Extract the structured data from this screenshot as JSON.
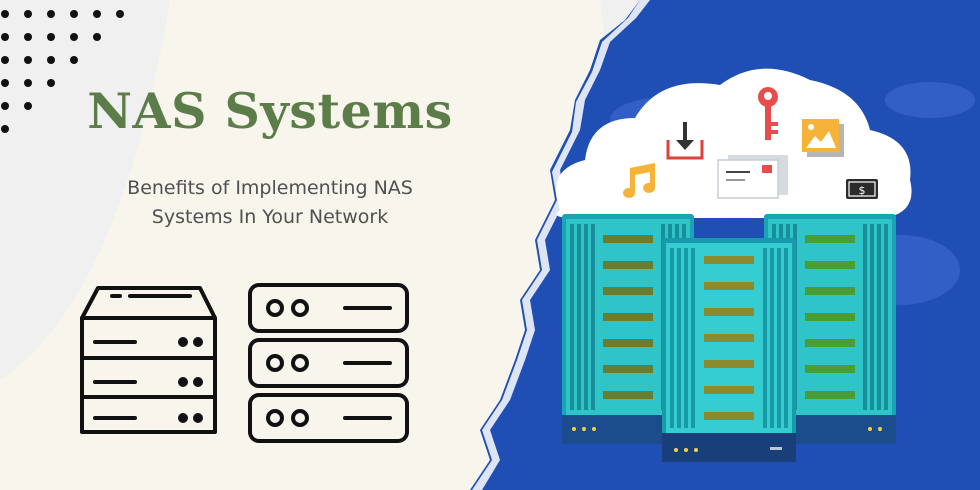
{
  "title": "NAS Systems",
  "subtitle_line1": "Benefits of Implementing NAS",
  "subtitle_line2": "Systems In Your Network",
  "colors": {
    "title_green": "#5c7d4a",
    "subtitle_gray": "#505050",
    "blue_background": "#1f4fb5",
    "server_teal": "#2ec4c8",
    "cloud_white": "#ffffff"
  },
  "icons": [
    "dots-pattern",
    "nas-server-outline-icon",
    "rack-server-outline-icon",
    "cloud-icon",
    "download-icon",
    "key-icon",
    "image-icon",
    "music-note-icon",
    "mail-icon",
    "money-icon",
    "server-rack-icon"
  ]
}
